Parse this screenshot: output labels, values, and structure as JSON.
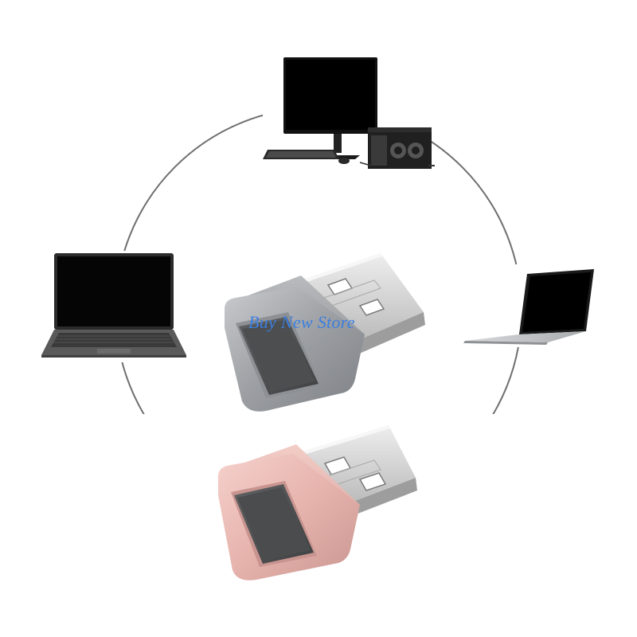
{
  "watermark": {
    "text": "Buy New Store"
  },
  "devices": {
    "top": "desktop-pc",
    "left": "laptop-dark",
    "right": "laptop-silver"
  },
  "products": [
    {
      "name": "usb-fingerprint-key",
      "finish": "silver-gray",
      "color": "#9a9da1"
    },
    {
      "name": "usb-fingerprint-key",
      "finish": "rose-pink",
      "color": "#e8b9b3"
    }
  ],
  "colors": {
    "ring": "#6f6f6f",
    "background": "#ffffff"
  }
}
